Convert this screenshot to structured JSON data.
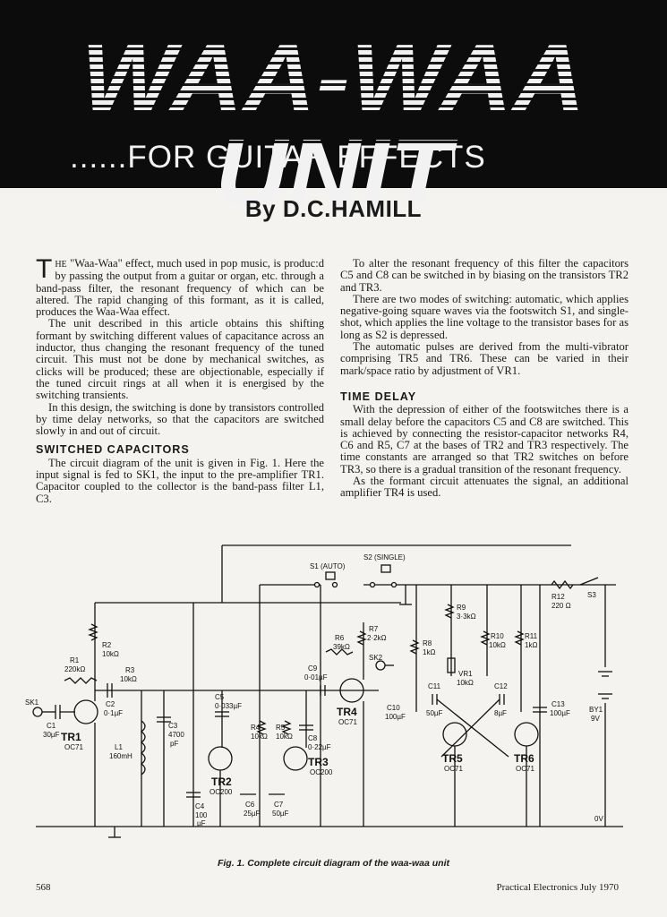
{
  "header": {
    "title": "WAA-WAA UNIT",
    "subtitle": "......FOR GUITAR EFFECTS",
    "byline": "By D.C.HAMILL"
  },
  "column_left": {
    "p1_cap": "T",
    "p1_caps": "HE",
    "p1_rest": " \"Waa-Waa\" effect, much used in pop music, is produc:d by passing the output from a guitar or organ, etc. through a band-pass filter, the resonant frequency of which can be altered. The rapid changing of this formant, as it is called, produces the Waa-Waa effect.",
    "p2": "The unit described in this article obtains this shifting formant by switching different values of capacitance across an inductor, thus changing the resonant frequency of the tuned circuit. This must not be done by mechanical switches, as clicks will be produced; these are objectionable, especially if the tuned circuit rings at all when it is energised by the switching transients.",
    "p3": "In this design, the switching is done by transistors controlled by time delay networks, so that the capacitors are switched slowly in and out of circuit.",
    "h1": "SWITCHED CAPACITORS",
    "p4": "The circuit diagram of the unit is given in Fig. 1. Here the input signal is fed to SK1, the input to the pre-amplifier TR1. Capacitor coupled to the collector is the band-pass filter L1, C3."
  },
  "column_right": {
    "p1": "To alter the resonant frequency of this filter the capacitors C5 and C8 can be switched in by biasing on the transistors TR2 and TR3.",
    "p2": "There are two modes of switching: automatic, which applies negative-going square waves via the footswitch S1, and single-shot, which applies the line voltage to the transistor bases for as long as S2 is depressed.",
    "p3": "The automatic pulses are derived from the multi-vibrator comprising TR5 and TR6. These can be varied in their mark/space ratio by adjustment of VR1.",
    "h1": "TIME DELAY",
    "p4": "With the depression of either of the footswitches there is a small delay before the capacitors C5 and C8 are switched. This is achieved by connecting the resistor-capacitor networks R4, C6 and R5, C7 at the bases of TR2 and TR3 respectively. The time constants are arranged so that TR2 switches on before TR3, so there is a gradual transition of the resonant frequency.",
    "p5": "As the formant circuit attenuates the signal, an additional amplifier TR4 is used."
  },
  "diagram": {
    "sk1": "SK1",
    "c1": "C1",
    "c1v": "30µF",
    "r1": "R1",
    "r1v": "220kΩ",
    "r2": "R2",
    "r2v": "10kΩ",
    "tr1": "TR1",
    "tr1t": "OC71",
    "c2": "C2",
    "c2v": "0·1µF",
    "r3": "R3",
    "r3v": "10kΩ",
    "l1": "L1",
    "l1v": "160mH",
    "c3": "C3",
    "c3v1": "4700",
    "c3v2": "pF",
    "c4": "C4",
    "c4v1": "100",
    "c4v2": "µF",
    "c5": "C5",
    "c5v": "0·033µF",
    "tr2": "TR2",
    "tr2t": "OC200",
    "r4": "R4",
    "r4v": "10kΩ",
    "r5": "R5",
    "r5v": "10kΩ",
    "c6": "C6",
    "c6v": "25µF",
    "c7": "C7",
    "c7v": "50µF",
    "c8": "C8",
    "c8v": "0·22µF",
    "tr3": "TR3",
    "tr3t": "OC200",
    "c9": "C9",
    "c9v": "0·01µF",
    "r6": "R6",
    "r6v": "39kΩ",
    "r7": "R7",
    "r7v": "2·2kΩ",
    "tr4": "TR4",
    "tr4t": "OC71",
    "sk2": "SK2",
    "c10": "C10",
    "c10v": "100µF",
    "s1": "S1 (AUTO)",
    "s2": "S2 (SINGLE)",
    "r8": "R8",
    "r8v": "1kΩ",
    "r9": "R9",
    "r9v": "3·3kΩ",
    "vr1": "VR1",
    "vr1v": "10kΩ",
    "r10": "R10",
    "r10v": "10kΩ",
    "r11": "R11",
    "r11v": "1kΩ",
    "c11": "C11",
    "c11v": "50µF",
    "c12": "C12",
    "c12v": "8µF",
    "tr5": "TR5",
    "tr5t": "OC71",
    "tr6": "TR6",
    "tr6t": "OC71",
    "c13": "C13",
    "c13v": "100µF",
    "r12": "R12",
    "r12v": "220 Ω",
    "s3": "S3",
    "by1": "BY1",
    "by1v": "9V",
    "ov": "0V"
  },
  "caption": "Fig. 1.   Complete circuit diagram of the waa-waa unit",
  "footer": {
    "page": "568",
    "source": "Practical Electronics   July 1970"
  }
}
